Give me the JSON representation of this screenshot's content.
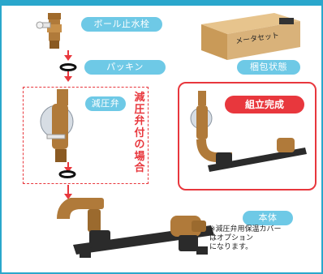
{
  "labels": {
    "ball_valve": "ボール止水栓",
    "packing": "パッキン",
    "packaged": "梱包状態",
    "reducer": "減圧弁",
    "reducer_attached": "減圧弁付の場合",
    "assembled": "組立完成",
    "body": "本体",
    "box_text": "メータセット",
    "note": "※減圧弁用保温カバー\nはオプション\nになります。"
  },
  "colors": {
    "frame": "#2aa7cc",
    "pill": "#6ec9e6",
    "accent_red": "#e8373d",
    "brass": "#b07a3a",
    "base": "#2b2b2b",
    "box": "#d9b27a"
  }
}
